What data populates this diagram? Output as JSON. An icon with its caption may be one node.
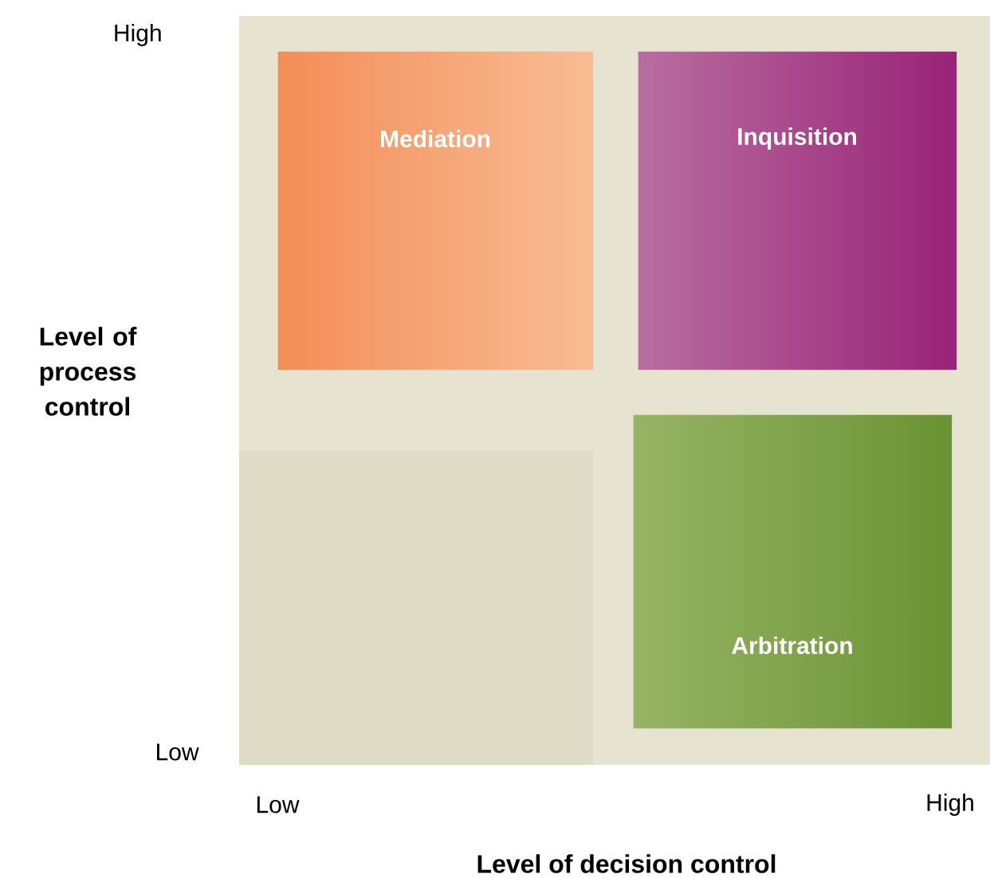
{
  "diagram": {
    "nodes": [
      {
        "text": [
          "Mediation"
        ]
      },
      {
        "text": [
          "Inquisition"
        ]
      },
      {
        "text": [
          "Arbitration"
        ]
      }
    ],
    "labels": [
      "High",
      "Level of process control",
      "Low",
      "Low",
      "High",
      "Level of decision control"
    ]
  }
}
